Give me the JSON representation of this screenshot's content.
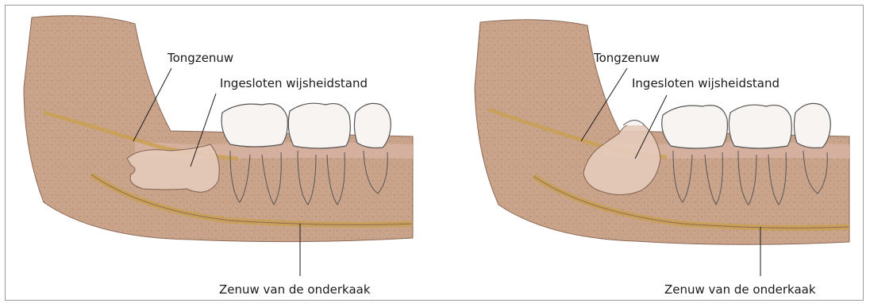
{
  "panels": [
    {
      "labels": {
        "tongue_nerve": "Tongzenuw",
        "impacted_tooth": "Ingesloten wijsheidstand",
        "jaw_nerve": "Zenuw van de onderkaak"
      }
    },
    {
      "labels": {
        "tongue_nerve": "Tongzenuw",
        "impacted_tooth": "Ingesloten wijsheidstand",
        "jaw_nerve": "Zenuw van de onderkaak"
      }
    }
  ],
  "colors": {
    "jaw": "#c9a48b",
    "jaw_dark": "#b08672",
    "gum": "#d9b3a2",
    "nerve": "#c9a050",
    "tooth": "#f7f4f1",
    "frame": "#9a9a9a"
  }
}
